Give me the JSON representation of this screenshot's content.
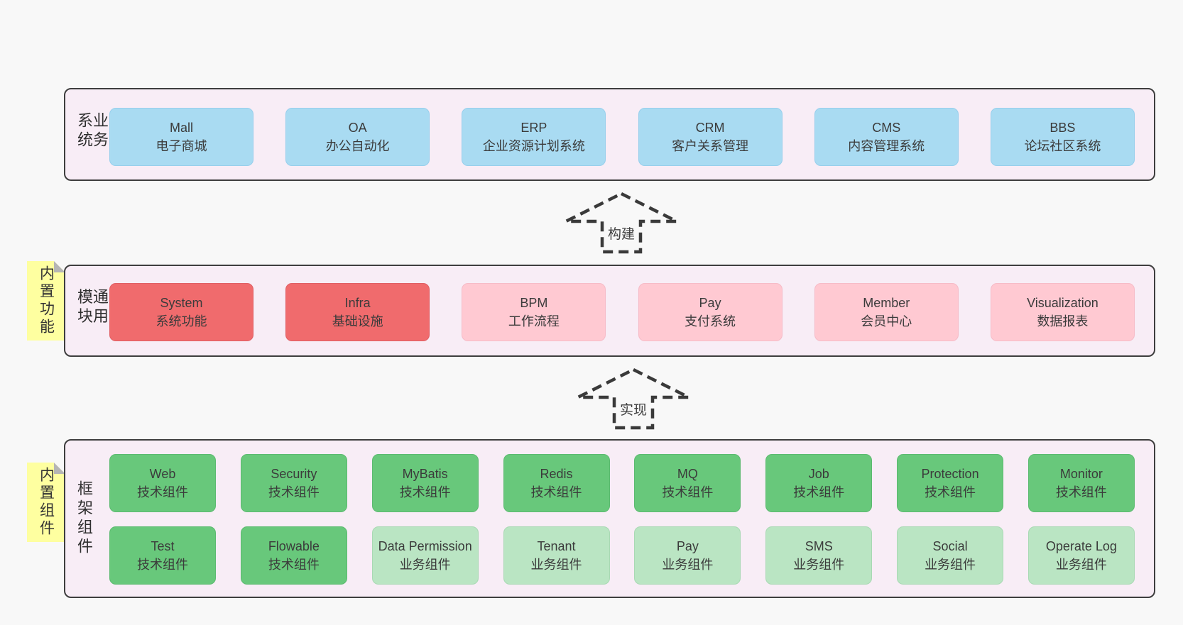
{
  "palette": {
    "page_background": "#f8f8f8",
    "container_fill": "#f8edf6",
    "container_border": "#3e3e3e",
    "blue_box": "#a9dbf2",
    "red_box": "#f06b6d",
    "pink_box": "#ffc9d2",
    "green_box": "#68c87b",
    "light_green_box": "#bae5c3",
    "note_yellow": "#feffa0",
    "text": "#3b3b3b"
  },
  "arrows": [
    {
      "label": "构建"
    },
    {
      "label": "实现"
    }
  ],
  "layers": [
    {
      "title": "业务系统",
      "boxes": [
        {
          "name": "Mall",
          "desc": "电子商城"
        },
        {
          "name": "OA",
          "desc": "办公自动化"
        },
        {
          "name": "ERP",
          "desc": "企业资源计划系统"
        },
        {
          "name": "CRM",
          "desc": "客户关系管理"
        },
        {
          "name": "CMS",
          "desc": "内容管理系统"
        },
        {
          "name": "BBS",
          "desc": "论坛社区系统"
        }
      ]
    },
    {
      "title": "通用模块",
      "note": "内置功能",
      "boxes": [
        {
          "name": "System",
          "desc": "系统功能"
        },
        {
          "name": "Infra",
          "desc": "基础设施"
        },
        {
          "name": "BPM",
          "desc": "工作流程"
        },
        {
          "name": "Pay",
          "desc": "支付系统"
        },
        {
          "name": "Member",
          "desc": "会员中心"
        },
        {
          "name": "Visualization",
          "desc": "数据报表"
        }
      ]
    },
    {
      "title": "框架组件",
      "note": "内置组件",
      "rows": [
        [
          {
            "name": "Web",
            "desc": "技术组件"
          },
          {
            "name": "Security",
            "desc": "技术组件"
          },
          {
            "name": "MyBatis",
            "desc": "技术组件"
          },
          {
            "name": "Redis",
            "desc": "技术组件"
          },
          {
            "name": "MQ",
            "desc": "技术组件"
          },
          {
            "name": "Job",
            "desc": "技术组件"
          },
          {
            "name": "Protection",
            "desc": "技术组件"
          },
          {
            "name": "Monitor",
            "desc": "技术组件"
          }
        ],
        [
          {
            "name": "Test",
            "desc": "技术组件"
          },
          {
            "name": "Flowable",
            "desc": "技术组件"
          },
          {
            "name": "Data Permission",
            "desc": "业务组件"
          },
          {
            "name": "Tenant",
            "desc": "业务组件"
          },
          {
            "name": "Pay",
            "desc": "业务组件"
          },
          {
            "name": "SMS",
            "desc": "业务组件"
          },
          {
            "name": "Social",
            "desc": "业务组件"
          },
          {
            "name": "Operate Log",
            "desc": "业务组件"
          }
        ]
      ]
    }
  ]
}
